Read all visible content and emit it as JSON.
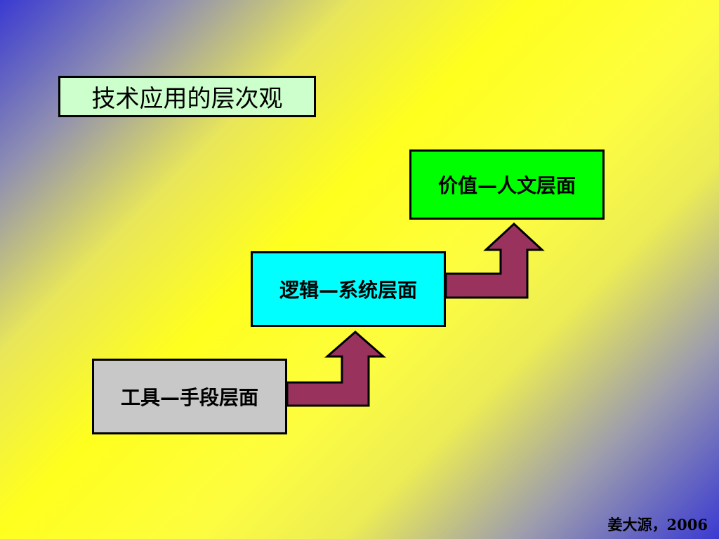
{
  "title": "技术应用的层次观",
  "levels": [
    {
      "label": "工具—手段层面",
      "color": "#c8c8c8"
    },
    {
      "label": "逻辑—系统层面",
      "color": "#00ffff"
    },
    {
      "label": "价值—人文层面",
      "color": "#00ff00"
    }
  ],
  "arrow_color": "#99335e",
  "footer": "姜大源，2006"
}
